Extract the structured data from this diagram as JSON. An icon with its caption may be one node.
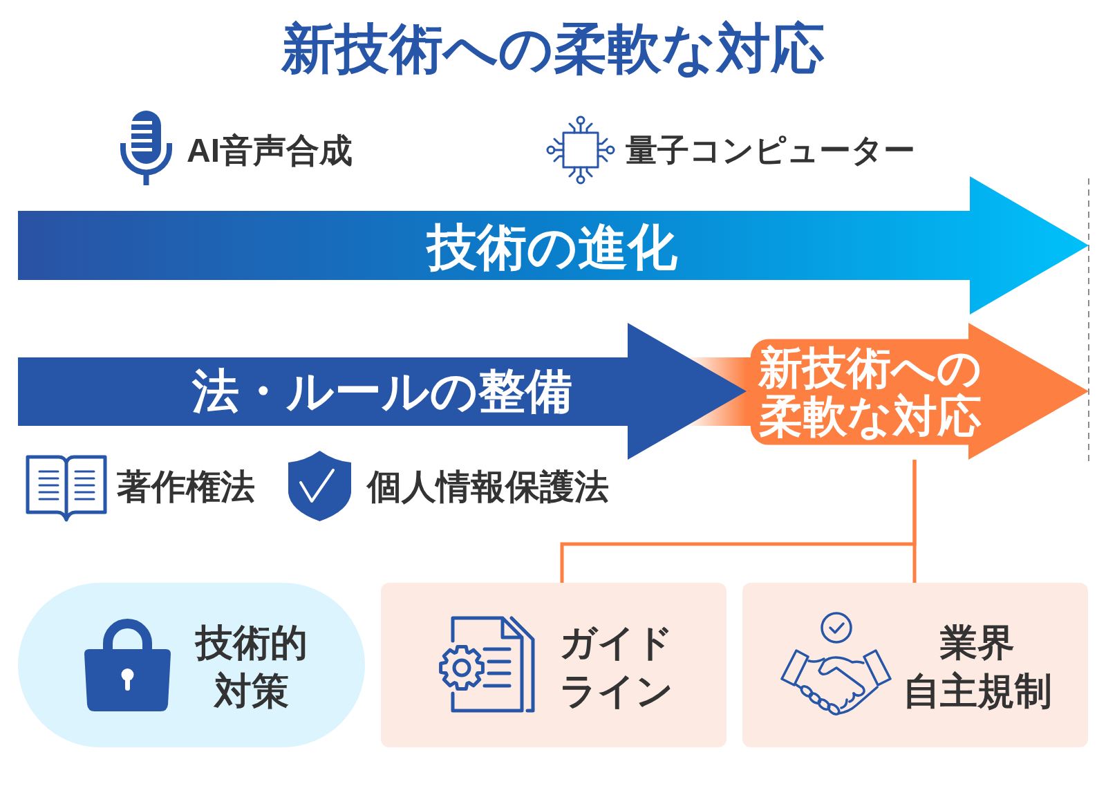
{
  "diagram": {
    "title": "新技術への柔軟な対応",
    "nodes": [
      {
        "text": [
          "技術の進化"
        ],
        "beside": [
          "AI音声合成",
          "量子コンピューター"
        ]
      },
      {
        "text": [
          "法・ルールの整備"
        ],
        "beside": [
          "著作権法",
          "個人情報保護法"
        ]
      },
      {
        "text": [
          "新技術への柔軟な対応"
        ]
      },
      {
        "text": [
          "技術的対策"
        ]
      },
      {
        "text": [
          "ガイドライン"
        ]
      },
      {
        "text": [
          "業界自主規制"
        ]
      }
    ],
    "edges": [
      {
        "from": 2,
        "to": 4,
        "arrow": "none"
      },
      {
        "from": 2,
        "to": 5,
        "arrow": "none"
      }
    ]
  }
}
